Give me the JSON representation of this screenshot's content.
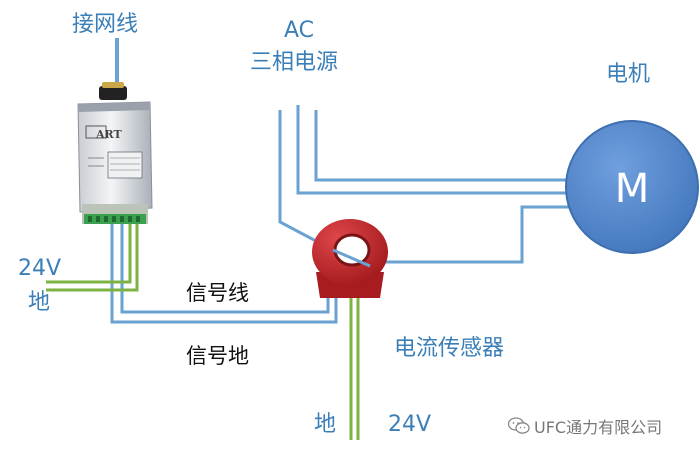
{
  "labels": {
    "network_cable": "接网线",
    "ac_line1": "AC",
    "ac_line2": "三相电源",
    "motor": "电机",
    "motor_letter": "M",
    "power_24v_left": "24V",
    "ground_left": "地",
    "signal_line": "信号线",
    "signal_ground": "信号地",
    "current_sensor": "电流传感器",
    "ground_bottom": "地",
    "power_24v_bottom": "24V",
    "module_brand": "ART"
  },
  "watermark": {
    "icon": "wechat-icon",
    "text": "UFC通力有限公司"
  },
  "colors": {
    "wire_blue": "#6aa2d2",
    "wire_green": "#7cb342",
    "motor_fill": "#5b8dd0",
    "sensor_red": "#c8262a",
    "label_blue": "#3b7fb8"
  }
}
